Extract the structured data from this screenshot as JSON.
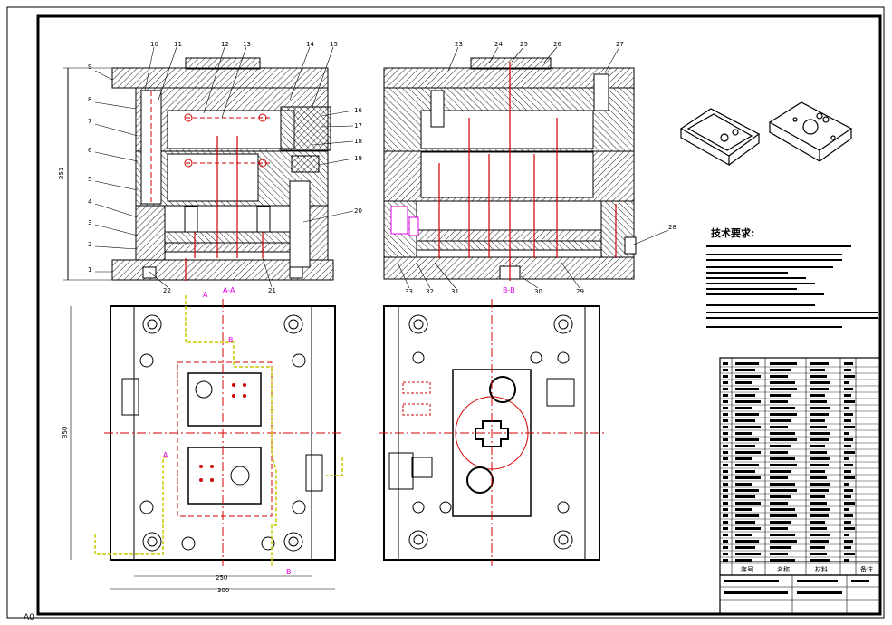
{
  "drawing": {
    "frame_tag": "A0",
    "part_labels": [
      "1",
      "2",
      "3",
      "4",
      "5",
      "6",
      "7",
      "8",
      "9",
      "10",
      "11",
      "12",
      "13",
      "14",
      "15",
      "16",
      "17",
      "18",
      "19",
      "20",
      "21",
      "22",
      "23",
      "24",
      "25",
      "26",
      "27",
      "28",
      "29",
      "30",
      "31",
      "32",
      "33"
    ],
    "section_marks": {
      "left": "A-A",
      "right": "B-B"
    },
    "flow_marks": [
      "A",
      "B"
    ],
    "dimensions": {
      "front_height": "251",
      "plan_height": "350",
      "plan_inner_width": "250",
      "plan_outer_width": "300"
    },
    "tech_title": "技术要求:",
    "table_headers": [
      "序号",
      "名称",
      "材料",
      "备注"
    ]
  },
  "colors": {
    "line": "#000000",
    "cavity": "#d00000",
    "marker": "#e000e0",
    "waterline": "#c8c800",
    "hatch": "#222222"
  }
}
